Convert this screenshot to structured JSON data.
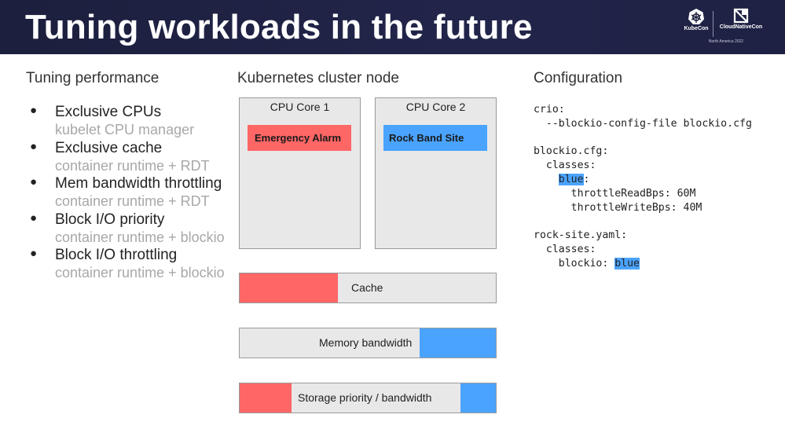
{
  "slide": {
    "title": "Tuning workloads in the future",
    "logo": {
      "left_text": "KubeCon",
      "right_text": "CloudNativeCon",
      "subtitle": "North America 2022"
    }
  },
  "columns": {
    "left_heading": "Tuning performance",
    "middle_heading": "Kubernetes cluster node",
    "right_heading": "Configuration"
  },
  "bullets": [
    {
      "main": "Exclusive CPUs",
      "sub": "kubelet CPU manager"
    },
    {
      "main": "Exclusive cache",
      "sub": "container runtime + RDT"
    },
    {
      "main": "Mem bandwidth throttling",
      "sub": "container runtime + RDT"
    },
    {
      "main": "Block I/O priority",
      "sub": "container runtime + blockio"
    },
    {
      "main": "Block I/O throttling",
      "sub": "container runtime + blockio"
    }
  ],
  "diagram": {
    "cores": [
      {
        "label": "CPU Core 1",
        "workload": "Emergency Alarm"
      },
      {
        "label": "CPU Core 2",
        "workload": "Rock Band Site"
      }
    ],
    "bars": [
      {
        "label": "Cache"
      },
      {
        "label": "Memory bandwidth"
      },
      {
        "label": "Storage priority / bandwidth"
      }
    ],
    "colors": {
      "emergency": "#ff6666",
      "rock": "#4aa3ff",
      "box": "#e8e8e8"
    }
  },
  "config": {
    "lines": [
      {
        "pre": "crio:",
        "hl": "",
        "post": ""
      },
      {
        "pre": "  --blockio-config-file blockio.cfg",
        "hl": "",
        "post": ""
      },
      {
        "pre": "",
        "hl": "",
        "post": ""
      },
      {
        "pre": "blockio.cfg:",
        "hl": "",
        "post": ""
      },
      {
        "pre": "  classes:",
        "hl": "",
        "post": ""
      },
      {
        "pre": "    ",
        "hl": "blue",
        "post": ":"
      },
      {
        "pre": "      throttleReadBps: 60M",
        "hl": "",
        "post": ""
      },
      {
        "pre": "      throttleWriteBps: 40M",
        "hl": "",
        "post": ""
      },
      {
        "pre": "",
        "hl": "",
        "post": ""
      },
      {
        "pre": "rock-site.yaml:",
        "hl": "",
        "post": ""
      },
      {
        "pre": "  classes:",
        "hl": "",
        "post": ""
      },
      {
        "pre": "    blockio: ",
        "hl": "blue",
        "post": ""
      }
    ]
  }
}
